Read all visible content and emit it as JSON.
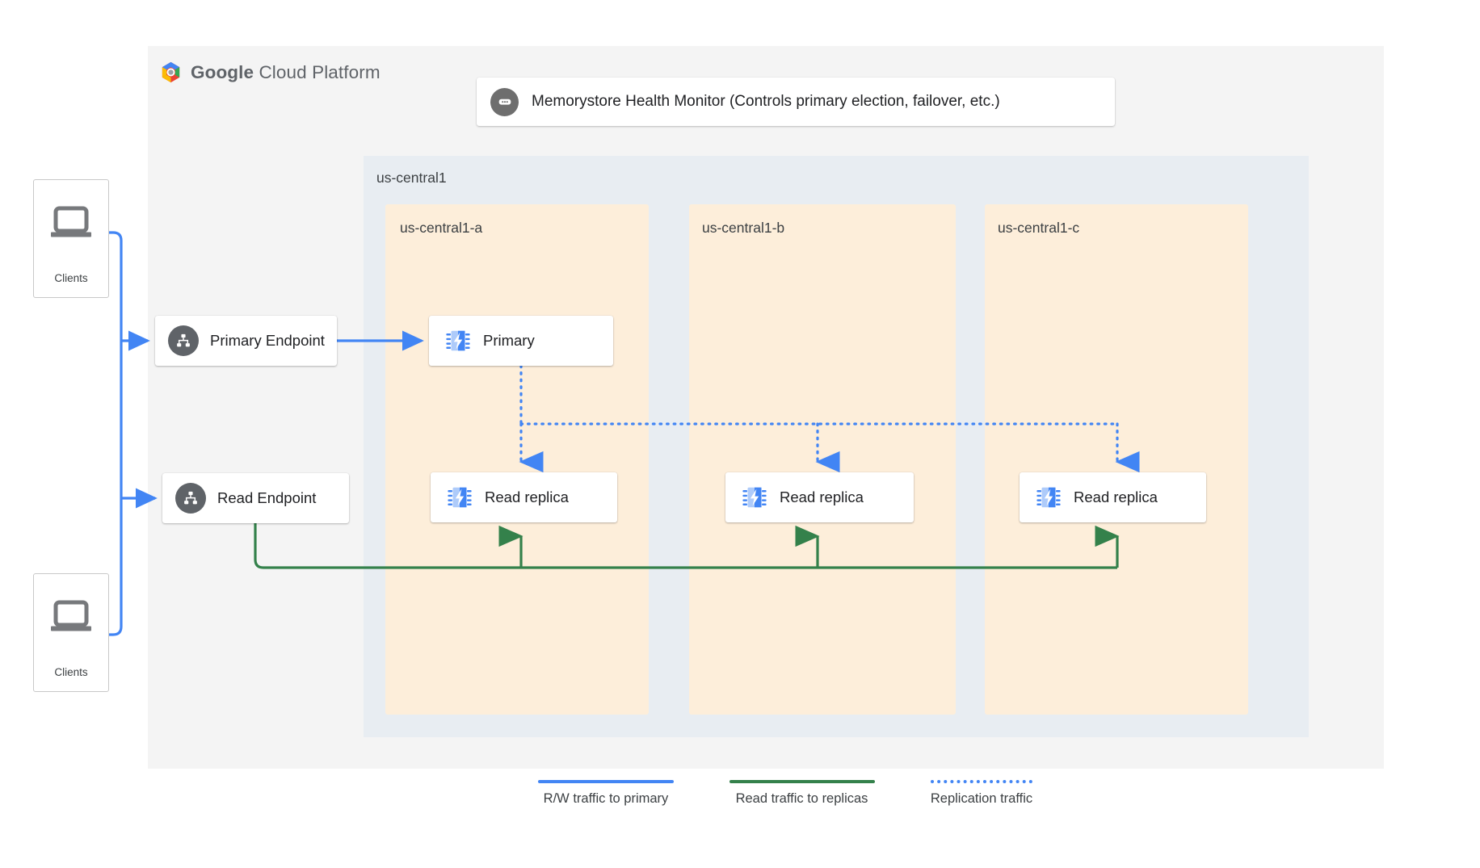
{
  "brand": {
    "logo_icon": "google-cloud-hexagon-icon",
    "name_bold": "Google",
    "name_light": " Cloud Platform"
  },
  "monitor": {
    "icon": "health-monitor-icon",
    "label": "Memorystore Health Monitor (Controls primary election, failover, etc.)"
  },
  "region": {
    "label": "us-central1",
    "zones": [
      {
        "label": "us-central1-a"
      },
      {
        "label": "us-central1-b"
      },
      {
        "label": "us-central1-c"
      }
    ]
  },
  "clients": [
    {
      "label": "Clients",
      "icon": "laptop-icon"
    },
    {
      "label": "Clients",
      "icon": "laptop-icon"
    }
  ],
  "endpoints": [
    {
      "label": "Primary Endpoint",
      "icon": "endpoint-hierarchy-icon"
    },
    {
      "label": "Read Endpoint",
      "icon": "endpoint-hierarchy-icon"
    }
  ],
  "nodes": [
    {
      "label": "Primary",
      "icon": "memorystore-chip-icon",
      "zone": "us-central1-a"
    },
    {
      "label": "Read replica",
      "icon": "memorystore-chip-icon",
      "zone": "us-central1-a"
    },
    {
      "label": "Read replica",
      "icon": "memorystore-chip-icon",
      "zone": "us-central1-b"
    },
    {
      "label": "Read replica",
      "icon": "memorystore-chip-icon",
      "zone": "us-central1-c"
    }
  ],
  "legend": [
    {
      "label": "R/W traffic to primary",
      "color": "#4285f4",
      "style": "solid"
    },
    {
      "label": "Read traffic to replicas",
      "color": "#34814b",
      "style": "solid"
    },
    {
      "label": "Replication traffic",
      "color": "#4285f4",
      "style": "dotted"
    }
  ],
  "colors": {
    "blue": "#4285f4",
    "green": "#34814b",
    "region_bg": "#e8edf2",
    "zone_bg": "#fdeeda",
    "panel_bg": "#f4f4f4",
    "icon_gray": "#5f6368"
  }
}
